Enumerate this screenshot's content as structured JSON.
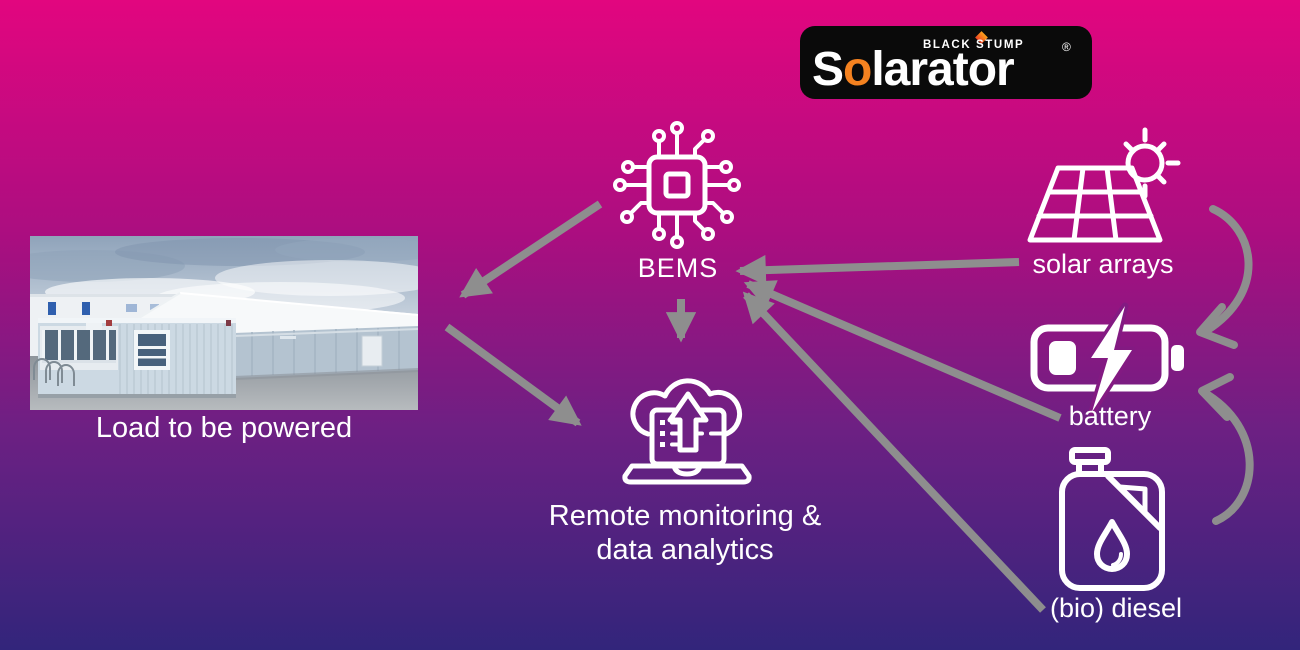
{
  "logo": {
    "tagline": "BLACK STUMP",
    "name_pre": "S",
    "name_accent": "o",
    "name_rest": "larator",
    "registered_mark": "®"
  },
  "labels": {
    "bems": "BEMS",
    "solar": "solar arrays",
    "battery": "battery",
    "diesel": "(bio) diesel",
    "remote_line1": "Remote monitoring &",
    "remote_line2": "data analytics",
    "load_caption": "Load to be powered"
  },
  "connections": [
    {
      "from": "BEMS",
      "to": "Load to be powered"
    },
    {
      "from": "Load to be powered",
      "to": "Remote monitoring & data analytics"
    },
    {
      "from": "BEMS",
      "to": "Remote monitoring & data analytics"
    },
    {
      "from": "solar arrays",
      "to": "BEMS"
    },
    {
      "from": "battery",
      "to": "BEMS"
    },
    {
      "from": "(bio) diesel",
      "to": "BEMS"
    },
    {
      "from": "solar arrays",
      "to": "battery"
    },
    {
      "from": "(bio) diesel",
      "to": "battery"
    }
  ],
  "colors": {
    "background_top": "#e2067f",
    "background_bottom": "#32257b",
    "arrow": "#8e8e8e",
    "icon_stroke": "#ffffff",
    "logo_background": "#0a0a0a",
    "accent_orange": "#f58220"
  }
}
